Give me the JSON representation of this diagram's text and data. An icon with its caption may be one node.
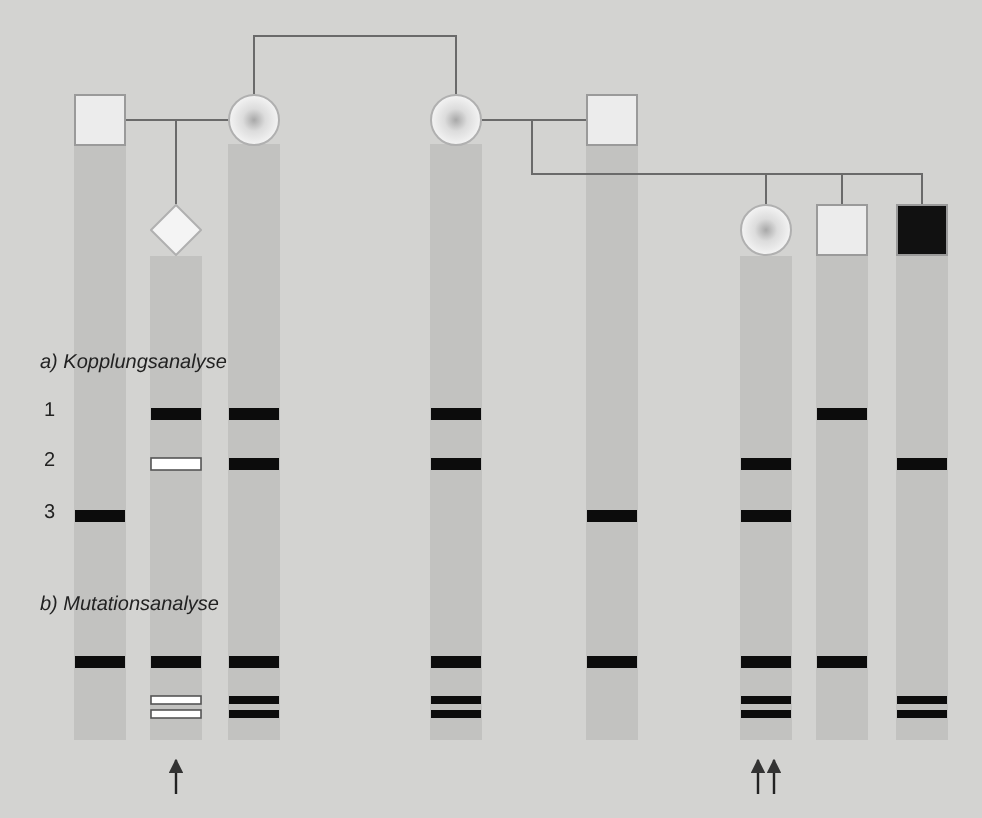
{
  "diagram": {
    "nodes": [
      {
        "text": [],
        "shape": "box"
      },
      {
        "text": [],
        "shape": "diamond"
      },
      {
        "text": [],
        "shape": "circle"
      },
      {
        "text": [],
        "shape": "circle"
      },
      {
        "text": [],
        "shape": "box"
      },
      {
        "text": [],
        "shape": "circle"
      },
      {
        "text": [],
        "shape": "box"
      },
      {
        "text": [],
        "shape": "filled-box"
      }
    ],
    "edges": [
      {
        "from": 0,
        "to": 2,
        "arrow": "none"
      },
      {
        "from": 0,
        "to": 1,
        "arrow": "none"
      },
      {
        "from": 2,
        "to": 1,
        "arrow": "none"
      },
      {
        "from": 2,
        "to": 3,
        "arrow": "none"
      },
      {
        "from": 3,
        "to": 4,
        "arrow": "none"
      },
      {
        "from": 3,
        "to": 5,
        "arrow": "none"
      },
      {
        "from": 3,
        "to": 6,
        "arrow": "none"
      },
      {
        "from": 3,
        "to": 7,
        "arrow": "none"
      },
      {
        "from": 4,
        "to": 5,
        "arrow": "none"
      },
      {
        "from": 4,
        "to": 6,
        "arrow": "none"
      },
      {
        "from": 4,
        "to": 7,
        "arrow": "none"
      },
      {
        "from": null,
        "to": 1,
        "arrow": "to"
      },
      {
        "from": null,
        "to": 5,
        "arrow": "to"
      },
      {
        "from": null,
        "to": 5,
        "arrow": "to"
      }
    ],
    "labels": [
      "a) Kopplungsanalyse",
      "1",
      "2",
      "3",
      "b) Mutationsanalyse"
    ]
  }
}
